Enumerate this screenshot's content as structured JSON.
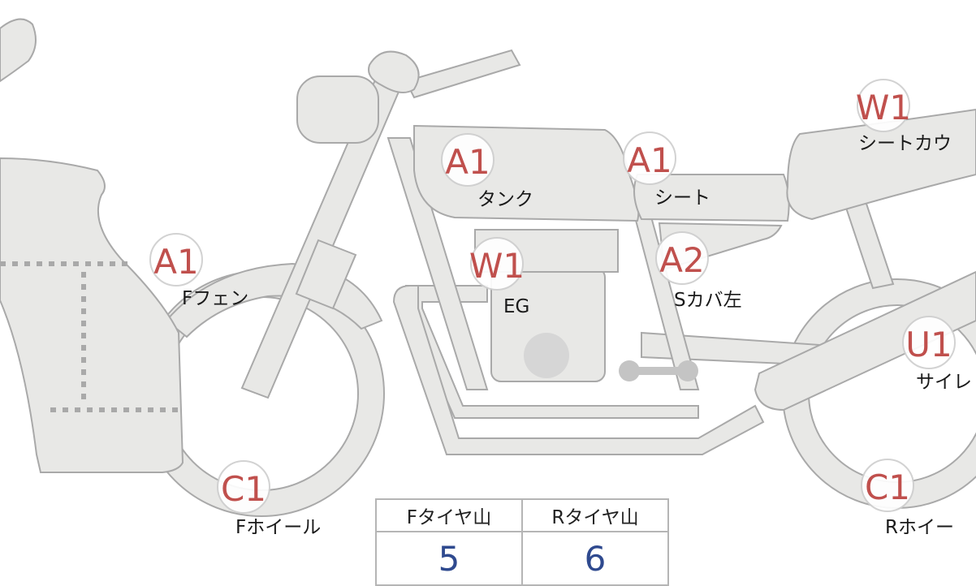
{
  "parts": [
    {
      "code": "A1",
      "label": "タンク"
    },
    {
      "code": "A1",
      "label": "シート"
    },
    {
      "code": "W1",
      "label": "シートカウ"
    },
    {
      "code": "A1",
      "label": "Fフェン"
    },
    {
      "code": "W1",
      "label": "EG"
    },
    {
      "code": "A2",
      "label": "Sカバ左"
    },
    {
      "code": "U1",
      "label": "サイレ"
    },
    {
      "code": "C1",
      "label": "Fホイール"
    },
    {
      "code": "C1",
      "label": "Rホイー"
    }
  ],
  "tire_table": {
    "headers": [
      "Fタイヤ山",
      "Rタイヤ山"
    ],
    "values": [
      "5",
      "6"
    ]
  },
  "colors": {
    "code": "#c0504d",
    "value": "#2f4a8f",
    "body": "#e8e8e6"
  }
}
